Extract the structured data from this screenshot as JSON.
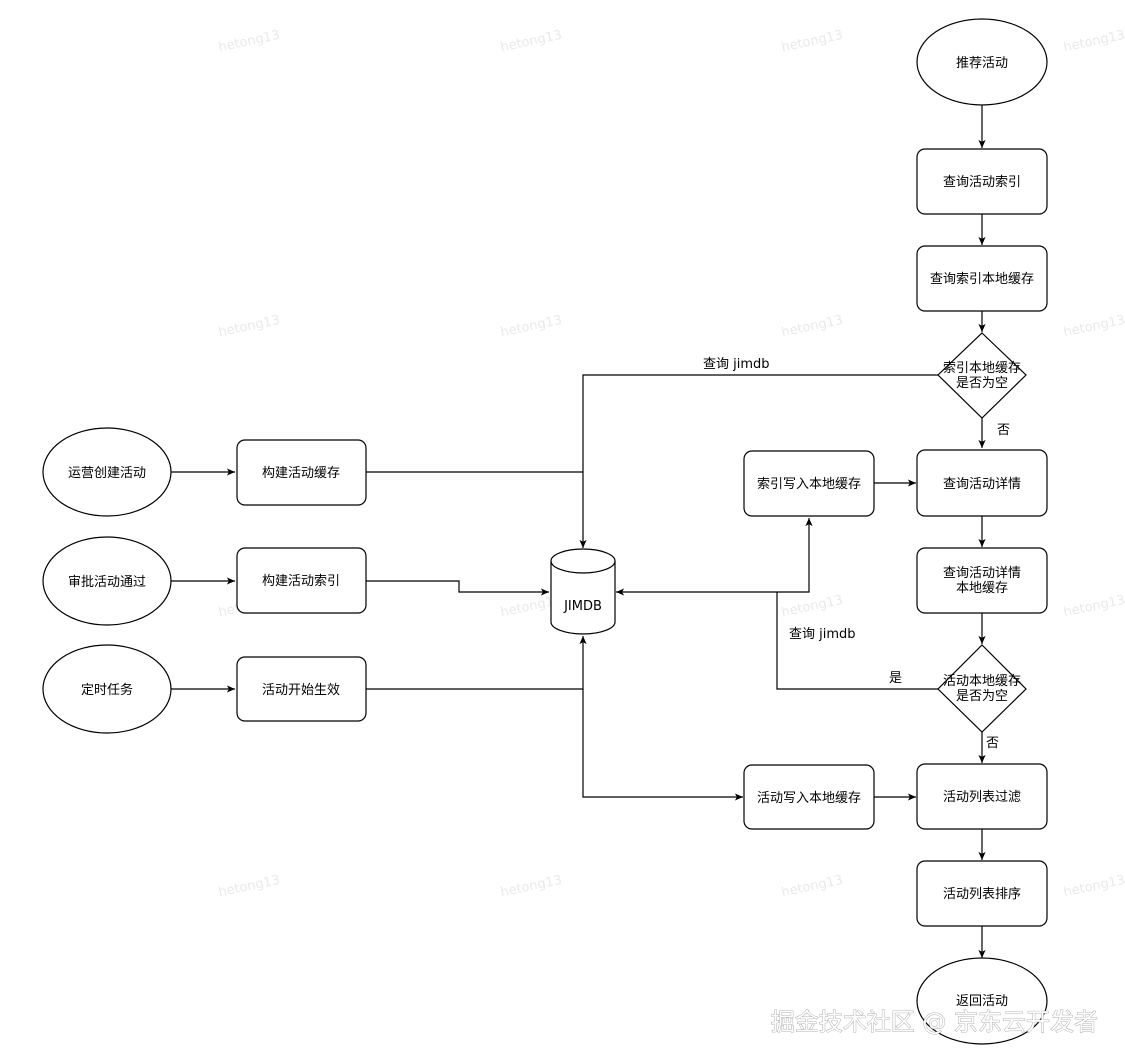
{
  "diagram": {
    "nodes": {
      "recommend": "推荐活动",
      "query_index": "查询活动索引",
      "query_index_local": "查询索引本地缓存",
      "index_cache_empty": [
        "索引本地缓存",
        "是否为空"
      ],
      "ops_create": "运营创建活动",
      "build_cache": "构建活动缓存",
      "index_write_local": "索引写入本地缓存",
      "query_detail": "查询活动详情",
      "approve": "审批活动通过",
      "build_index": "构建活动索引",
      "jimdb": "JIMDB",
      "query_detail_local": [
        "查询活动详情",
        "本地缓存"
      ],
      "scheduled": "定时任务",
      "activity_effective": "活动开始生效",
      "activity_cache_empty": [
        "活动本地缓存",
        "是否为空"
      ],
      "activity_write_local": "活动写入本地缓存",
      "list_filter": "活动列表过滤",
      "list_sort": "活动列表排序",
      "return": "返回活动"
    },
    "edge_labels": {
      "query_jimdb_top": "查询 jimdb",
      "no_1": "否",
      "query_jimdb_mid": "查询 jimdb",
      "yes": "是",
      "no_2": "否"
    },
    "colors": {
      "stroke": "#000000",
      "fill": "#ffffff"
    }
  },
  "watermark": {
    "tile_text": "hetong13",
    "footer": "掘金技术社区 @ 京东云开发者"
  }
}
